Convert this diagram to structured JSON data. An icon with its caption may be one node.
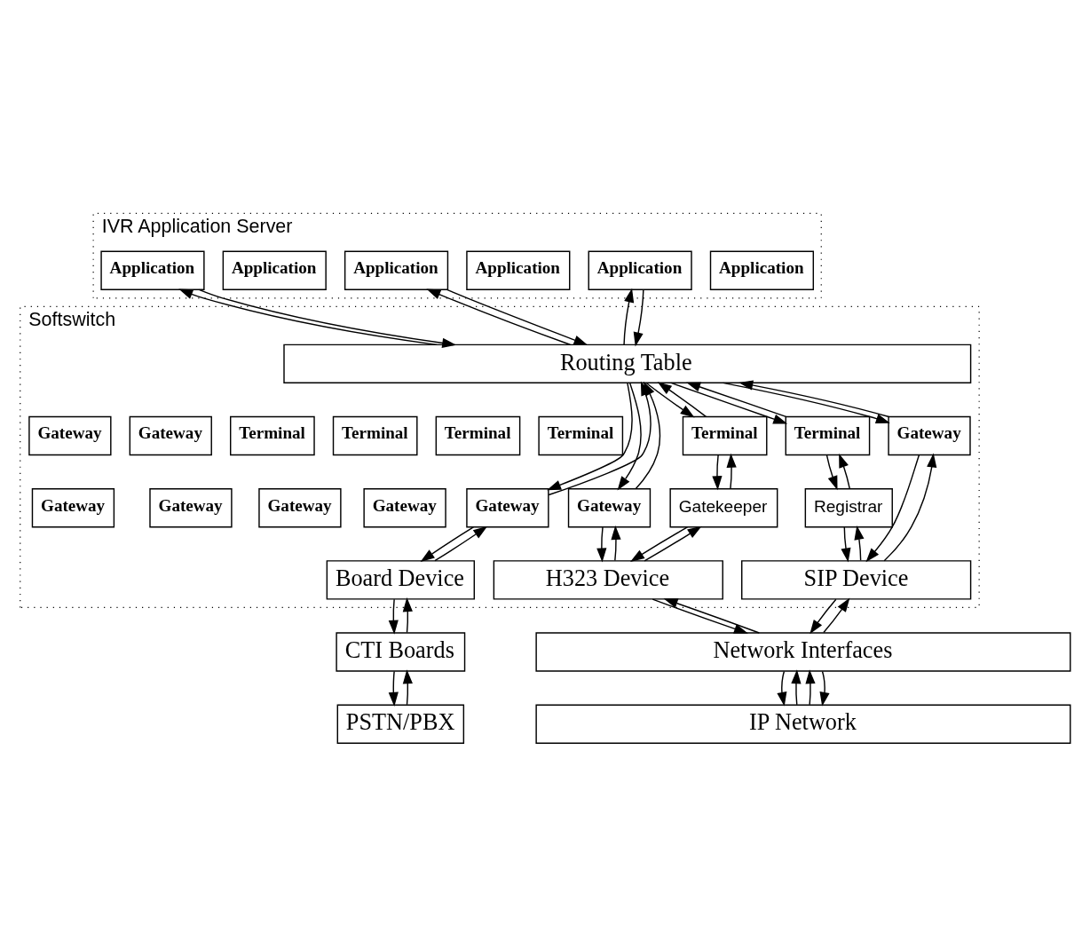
{
  "diagram": {
    "nodes": [
      {
        "text": [
          "IVR Application Server"
        ]
      },
      {
        "text": [
          "Application"
        ],
        "in": 0
      },
      {
        "text": [
          "Application"
        ],
        "in": 0
      },
      {
        "text": [
          "Application"
        ],
        "in": 0
      },
      {
        "text": [
          "Application"
        ],
        "in": 0
      },
      {
        "text": [
          "Application"
        ],
        "in": 0
      },
      {
        "text": [
          "Application"
        ],
        "in": 0
      },
      {
        "text": [
          "Softswitch"
        ]
      },
      {
        "text": [
          "Routing Table"
        ],
        "in": 7
      },
      {
        "text": [
          "Gateway"
        ],
        "in": 7
      },
      {
        "text": [
          "Gateway"
        ],
        "in": 7
      },
      {
        "text": [
          "Gateway"
        ],
        "in": 7
      },
      {
        "text": [
          "Gateway"
        ],
        "in": 7
      },
      {
        "text": [
          "Gateway"
        ],
        "in": 7
      },
      {
        "text": [
          "Gateway"
        ],
        "in": 7
      },
      {
        "text": [
          "Terminal"
        ],
        "in": 7
      },
      {
        "text": [
          "Terminal"
        ],
        "in": 7
      },
      {
        "text": [
          "Terminal"
        ],
        "in": 7
      },
      {
        "text": [
          "Terminal"
        ],
        "in": 7
      },
      {
        "text": [
          "Terminal"
        ],
        "in": 7
      },
      {
        "text": [
          "Terminal"
        ],
        "in": 7
      },
      {
        "text": [
          "Gateway"
        ],
        "in": 7
      },
      {
        "text": [
          "Gateway"
        ],
        "in": 7
      },
      {
        "text": [
          "Gateway"
        ],
        "in": 7
      },
      {
        "text": [
          "Gatekeeper"
        ],
        "in": 7
      },
      {
        "text": [
          "Registrar"
        ],
        "in": 7
      },
      {
        "text": [
          "Board Device"
        ],
        "in": 7
      },
      {
        "text": [
          "H323 Device"
        ],
        "in": 7
      },
      {
        "text": [
          "SIP Device"
        ],
        "in": 7
      },
      {
        "text": [
          "CTI Boards"
        ]
      },
      {
        "text": [
          "Network Interfaces"
        ]
      },
      {
        "text": [
          "PSTN/PBX"
        ]
      },
      {
        "text": [
          "IP Network"
        ]
      }
    ],
    "edges": [
      {
        "from": 8,
        "to": 2,
        "arrow": "to"
      },
      {
        "from": 2,
        "to": 8,
        "arrow": "to"
      },
      {
        "from": 8,
        "to": 4,
        "arrow": "to"
      },
      {
        "from": 4,
        "to": 8,
        "arrow": "to"
      },
      {
        "from": 8,
        "to": 6,
        "arrow": "to"
      },
      {
        "from": 6,
        "to": 8,
        "arrow": "to"
      },
      {
        "from": 11,
        "to": 8,
        "arrow": "to"
      },
      {
        "from": 8,
        "to": 11,
        "arrow": "to"
      },
      {
        "from": 14,
        "to": 8,
        "arrow": "to"
      },
      {
        "from": 8,
        "to": 14,
        "arrow": "to"
      },
      {
        "from": 17,
        "to": 8,
        "arrow": "to"
      },
      {
        "from": 8,
        "to": 17,
        "arrow": "to"
      },
      {
        "from": 20,
        "to": 8,
        "arrow": "to"
      },
      {
        "from": 8,
        "to": 20,
        "arrow": "to"
      },
      {
        "from": 23,
        "to": 8,
        "arrow": "to"
      },
      {
        "from": 8,
        "to": 23,
        "arrow": "to"
      },
      {
        "from": 26,
        "to": 11,
        "arrow": "to"
      },
      {
        "from": 11,
        "to": 26,
        "arrow": "to"
      },
      {
        "from": 27,
        "to": 14,
        "arrow": "to"
      },
      {
        "from": 14,
        "to": 27,
        "arrow": "to"
      },
      {
        "from": 24,
        "to": 17,
        "arrow": "to"
      },
      {
        "from": 17,
        "to": 24,
        "arrow": "to"
      },
      {
        "from": 27,
        "to": 24,
        "arrow": "to"
      },
      {
        "from": 24,
        "to": 27,
        "arrow": "to"
      },
      {
        "from": 25,
        "to": 20,
        "arrow": "to"
      },
      {
        "from": 20,
        "to": 25,
        "arrow": "to"
      },
      {
        "from": 28,
        "to": 25,
        "arrow": "to"
      },
      {
        "from": 25,
        "to": 28,
        "arrow": "to"
      },
      {
        "from": 28,
        "to": 23,
        "arrow": "to"
      },
      {
        "from": 23,
        "to": 28,
        "arrow": "to"
      },
      {
        "from": 29,
        "to": 26,
        "arrow": "to"
      },
      {
        "from": 26,
        "to": 29,
        "arrow": "to"
      },
      {
        "from": 30,
        "to": 27,
        "arrow": "to"
      },
      {
        "from": 27,
        "to": 30,
        "arrow": "to"
      },
      {
        "from": 30,
        "to": 28,
        "arrow": "to"
      },
      {
        "from": 28,
        "to": 30,
        "arrow": "to"
      },
      {
        "from": 31,
        "to": 29,
        "arrow": "to"
      },
      {
        "from": 29,
        "to": 31,
        "arrow": "to"
      },
      {
        "from": 32,
        "to": 30,
        "arrow": "to"
      },
      {
        "from": 30,
        "to": 32,
        "arrow": "to"
      },
      {
        "from": 32,
        "to": 30,
        "arrow": "to"
      },
      {
        "from": 30,
        "to": 32,
        "arrow": "to"
      }
    ]
  }
}
